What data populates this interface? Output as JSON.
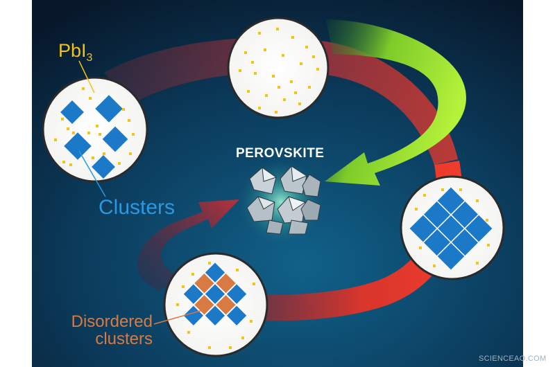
{
  "labels": {
    "pbi3_main": "PbI",
    "pbi3_sub": "3",
    "clusters": "Clusters",
    "perovskite": "PEROVSKITE",
    "disordered": "Disordered clusters"
  },
  "watermark": "SCIENCEAO.COM",
  "colors": {
    "background_dark": "#07182a",
    "background_light": "#0f4f73",
    "pbi3": "#f0c419",
    "cluster_blue": "#1b79c8",
    "disordered_orange": "#d97a43",
    "arrow_red": "#e03a2e",
    "arrow_green": "#9adf2a"
  },
  "icons": [
    "crystal-octahedra-icon"
  ]
}
